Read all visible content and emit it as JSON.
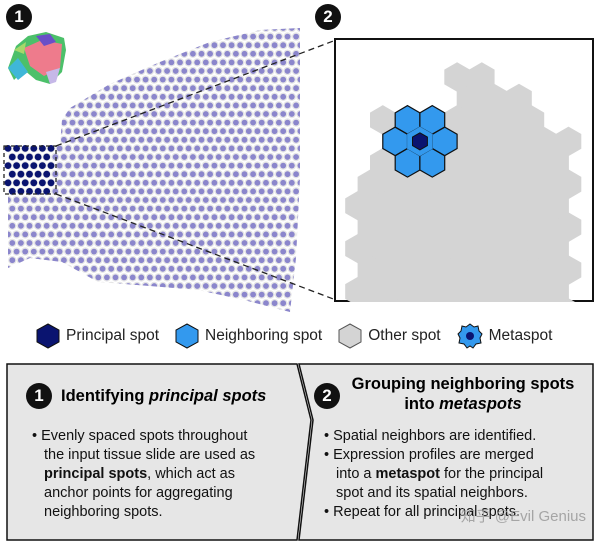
{
  "step_badges": {
    "step1": "1",
    "step2": "2"
  },
  "legend": {
    "principal": "Principal spot",
    "neighboring": "Neighboring spot",
    "other": "Other spot",
    "metaspot": "Metaspot"
  },
  "panel1": {
    "number": "1",
    "title_plain": "Identifying ",
    "title_italic": "principal spots",
    "lines": [
      "• Evenly spaced spots throughout",
      "the input tissue slide are used as",
      "principal spots",
      ", which act as",
      "anchor points for aggregating",
      "neighboring spots."
    ]
  },
  "panel2": {
    "number": "2",
    "title_line1": "Grouping neighboring spots",
    "title_line2_plain": "into ",
    "title_line2_italic": "metaspots",
    "bullet1": "• Spatial neighbors are identified.",
    "bullet2_a": "• Expression profiles are merged",
    "bullet2_b": "into a ",
    "bullet2_bold": "metaspot",
    "bullet2_c": " for the principal",
    "bullet2_d": "spot and its spatial neighbors.",
    "bullet3": "• Repeat for all principal spots."
  },
  "watermark": "知乎 @Evil Genius",
  "colors": {
    "principal": "#0a1470",
    "neighboring": "#3399ee",
    "other": "#d4d4d4",
    "spot_dot": "#8b86cc",
    "panel_bg": "#e6e6e6"
  }
}
